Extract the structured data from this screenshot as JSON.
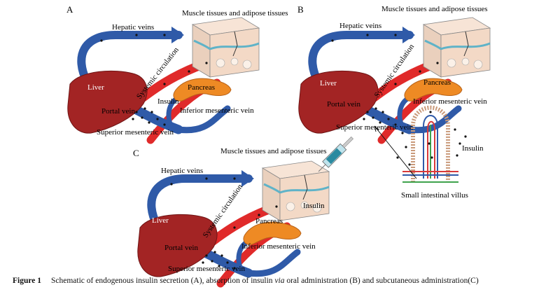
{
  "panels": [
    {
      "letter": "A",
      "labels": {
        "muscle": "Muscle tissues and adipose tissues",
        "hepatic": "Hepatic veins",
        "systemic": "Systemic circulation",
        "liver": "Liver",
        "insulin": "Insulin",
        "pancreas": "Pancreas",
        "portal": "Portal vein",
        "inferior": "Inferior mesenteric vein",
        "superior": "Superior mesenteric vein"
      }
    },
    {
      "letter": "B",
      "labels": {
        "muscle": "Muscle tissues and adipose tissues",
        "hepatic": "Hepatic veins",
        "systemic": "Systemic circulation",
        "liver": "Liver",
        "pancreas": "Pancreas",
        "portal": "Portal vein",
        "inferior": "Inferior mesenteric vein",
        "superior": "Superior mesenteric vein",
        "insulin": "Insulin",
        "villus": "Small intestinal villus"
      }
    },
    {
      "letter": "C",
      "labels": {
        "muscle": "Muscle tissues and adipose tissues",
        "hepatic": "Hepatic veins",
        "systemic": "Systemic circulation",
        "insulin": "Insulin",
        "liver": "Liver",
        "pancreas": "Pancreas",
        "portal": "Portal vein",
        "inferior": "Inferior mesenteric vein",
        "superior": "Superior mesenteric vein"
      }
    }
  ],
  "caption": {
    "figure": "Figure 1",
    "before_italic": "Schematic of endogenous insulin secretion (A), absorption of insulin ",
    "italic": "via",
    "after_italic": " oral administration (B) and subcutaneous administration(C)"
  },
  "colors": {
    "liver": "#a32424",
    "vein": "#2f5aa8",
    "artery": "#e02a2a",
    "pancreas": "#ee8a24",
    "tissue": "#f3d9c6",
    "dots": "#111111"
  }
}
